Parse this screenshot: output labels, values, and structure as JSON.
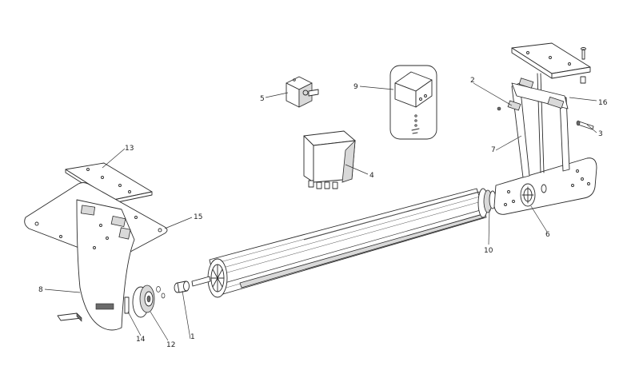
{
  "callouts": {
    "c1": "1",
    "c2": "2",
    "c3": "3",
    "c4": "4",
    "c5": "5",
    "c6": "6",
    "c7": "7",
    "c8": "8",
    "c9": "9",
    "c10": "10",
    "c12": "12",
    "c13": "13",
    "c14": "14",
    "c15": "15",
    "c16": "16"
  }
}
